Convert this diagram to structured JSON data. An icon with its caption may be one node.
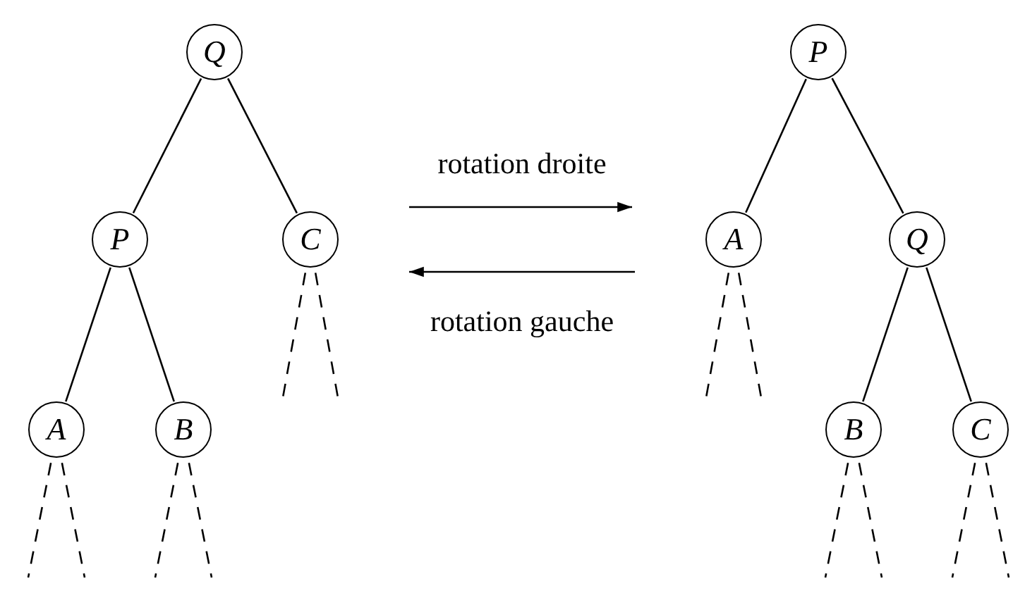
{
  "diagram": {
    "nodes": [
      {
        "text": [
          "Q"
        ]
      },
      {
        "text": [
          "P"
        ]
      },
      {
        "text": [
          "C"
        ]
      },
      {
        "text": [
          "A"
        ]
      },
      {
        "text": [
          "B"
        ]
      },
      {
        "text": [
          "P"
        ]
      },
      {
        "text": [
          "A"
        ]
      },
      {
        "text": [
          "Q"
        ]
      },
      {
        "text": [
          "B"
        ]
      },
      {
        "text": [
          "C"
        ]
      }
    ],
    "edges": [
      {
        "from": 0,
        "to": 1,
        "arrow": "none"
      },
      {
        "from": 0,
        "to": 2,
        "arrow": "none"
      },
      {
        "from": 1,
        "to": 3,
        "arrow": "none"
      },
      {
        "from": 1,
        "to": 4,
        "arrow": "none"
      },
      {
        "from": 5,
        "to": 6,
        "arrow": "none"
      },
      {
        "from": 5,
        "to": 7,
        "arrow": "none"
      },
      {
        "from": 7,
        "to": 8,
        "arrow": "none"
      },
      {
        "from": 7,
        "to": 9,
        "arrow": "none"
      },
      {
        "from": 2,
        "to": null,
        "arrow": "none",
        "style": "dashed"
      },
      {
        "from": 2,
        "to": null,
        "arrow": "none",
        "style": "dashed"
      },
      {
        "from": 3,
        "to": null,
        "arrow": "none",
        "style": "dashed"
      },
      {
        "from": 3,
        "to": null,
        "arrow": "none",
        "style": "dashed"
      },
      {
        "from": 4,
        "to": null,
        "arrow": "none",
        "style": "dashed"
      },
      {
        "from": 4,
        "to": null,
        "arrow": "none",
        "style": "dashed"
      },
      {
        "from": 6,
        "to": null,
        "arrow": "none",
        "style": "dashed"
      },
      {
        "from": 6,
        "to": null,
        "arrow": "none",
        "style": "dashed"
      },
      {
        "from": 8,
        "to": null,
        "arrow": "none",
        "style": "dashed"
      },
      {
        "from": 8,
        "to": null,
        "arrow": "none",
        "style": "dashed"
      },
      {
        "from": 9,
        "to": null,
        "arrow": "none",
        "style": "dashed"
      },
      {
        "from": 9,
        "to": null,
        "arrow": "none",
        "style": "dashed"
      }
    ],
    "labels": [
      "rotation droite",
      "rotation gauche"
    ]
  }
}
